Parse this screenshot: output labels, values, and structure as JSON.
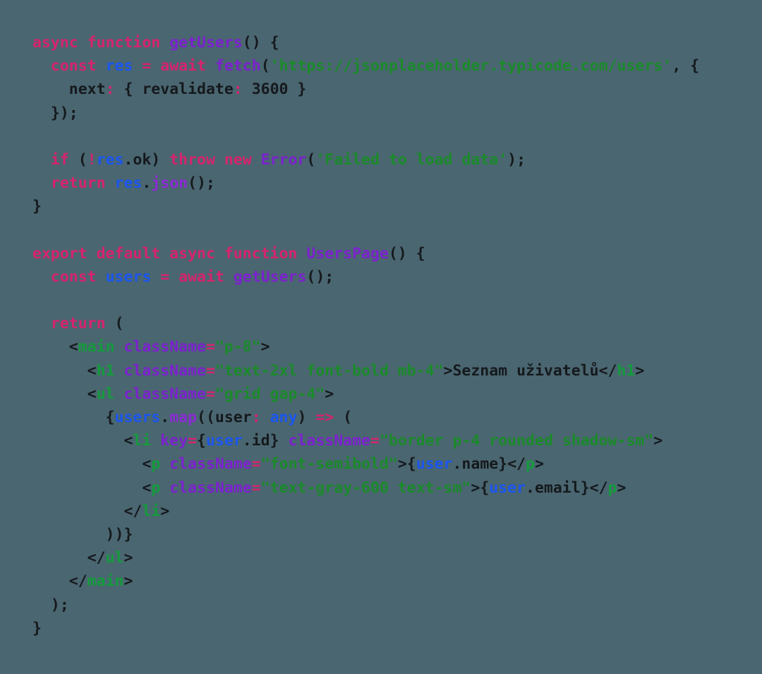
{
  "editor": {
    "name": "code-viewer",
    "language": "tsx",
    "background_color": "#4a6670",
    "colors": {
      "keyword": "#d6246e",
      "function": "#7c22ce",
      "variable": "#1a56f0",
      "string": "#1a8a2a",
      "tag": "#149b3c",
      "attribute": "#7c22ce",
      "plain": "#15191d",
      "operator": "#d6246e"
    },
    "lines": [
      {
        "n": 1,
        "text": "async function getUsers() {",
        "tokens": [
          {
            "c": "kw",
            "t": "async"
          },
          {
            "c": "plain",
            "t": " "
          },
          {
            "c": "kw",
            "t": "function"
          },
          {
            "c": "plain",
            "t": " "
          },
          {
            "c": "fn",
            "t": "getUsers"
          },
          {
            "c": "plain",
            "t": "() {"
          }
        ]
      },
      {
        "n": 2,
        "text": "  const res = await fetch('https://jsonplaceholder.typicode.com/users', {",
        "tokens": [
          {
            "c": "plain",
            "t": "  "
          },
          {
            "c": "kw",
            "t": "const"
          },
          {
            "c": "plain",
            "t": " "
          },
          {
            "c": "var",
            "t": "res"
          },
          {
            "c": "plain",
            "t": " "
          },
          {
            "c": "op",
            "t": "="
          },
          {
            "c": "plain",
            "t": " "
          },
          {
            "c": "kw",
            "t": "await"
          },
          {
            "c": "plain",
            "t": " "
          },
          {
            "c": "fn",
            "t": "fetch"
          },
          {
            "c": "plain",
            "t": "("
          },
          {
            "c": "str",
            "t": "'https://jsonplaceholder.typicode.com/users'"
          },
          {
            "c": "plain",
            "t": ", {"
          }
        ]
      },
      {
        "n": 3,
        "text": "    next: { revalidate: 3600 }",
        "tokens": [
          {
            "c": "plain",
            "t": "    next"
          },
          {
            "c": "op",
            "t": ":"
          },
          {
            "c": "plain",
            "t": " { revalidate"
          },
          {
            "c": "op",
            "t": ":"
          },
          {
            "c": "plain",
            "t": " 3600 }"
          }
        ]
      },
      {
        "n": 4,
        "text": "  });",
        "tokens": [
          {
            "c": "plain",
            "t": "  });"
          }
        ]
      },
      {
        "n": 5,
        "text": "",
        "tokens": []
      },
      {
        "n": 6,
        "text": "  if (!res.ok) throw new Error('Failed to load data');",
        "tokens": [
          {
            "c": "plain",
            "t": "  "
          },
          {
            "c": "kw",
            "t": "if"
          },
          {
            "c": "plain",
            "t": " ("
          },
          {
            "c": "op",
            "t": "!"
          },
          {
            "c": "var",
            "t": "res"
          },
          {
            "c": "plain",
            "t": ".ok) "
          },
          {
            "c": "kw",
            "t": "throw new"
          },
          {
            "c": "plain",
            "t": " "
          },
          {
            "c": "fn",
            "t": "Error"
          },
          {
            "c": "plain",
            "t": "("
          },
          {
            "c": "str",
            "t": "'Failed to load data'"
          },
          {
            "c": "plain",
            "t": ");"
          }
        ]
      },
      {
        "n": 7,
        "text": "  return res.json();",
        "tokens": [
          {
            "c": "plain",
            "t": "  "
          },
          {
            "c": "kw",
            "t": "return"
          },
          {
            "c": "plain",
            "t": " "
          },
          {
            "c": "var",
            "t": "res"
          },
          {
            "c": "plain",
            "t": "."
          },
          {
            "c": "prop",
            "t": "json"
          },
          {
            "c": "plain",
            "t": "();"
          }
        ]
      },
      {
        "n": 8,
        "text": "}",
        "tokens": [
          {
            "c": "plain",
            "t": "}"
          }
        ]
      },
      {
        "n": 9,
        "text": "",
        "tokens": []
      },
      {
        "n": 10,
        "text": "export default async function UsersPage() {",
        "tokens": [
          {
            "c": "kw",
            "t": "export default async function"
          },
          {
            "c": "plain",
            "t": " "
          },
          {
            "c": "fn",
            "t": "UsersPage"
          },
          {
            "c": "plain",
            "t": "() {"
          }
        ]
      },
      {
        "n": 11,
        "text": "  const users = await getUsers();",
        "tokens": [
          {
            "c": "plain",
            "t": "  "
          },
          {
            "c": "kw",
            "t": "const"
          },
          {
            "c": "plain",
            "t": " "
          },
          {
            "c": "var",
            "t": "users"
          },
          {
            "c": "plain",
            "t": " "
          },
          {
            "c": "op",
            "t": "="
          },
          {
            "c": "plain",
            "t": " "
          },
          {
            "c": "kw",
            "t": "await"
          },
          {
            "c": "plain",
            "t": " "
          },
          {
            "c": "fn",
            "t": "getUsers"
          },
          {
            "c": "plain",
            "t": "();"
          }
        ]
      },
      {
        "n": 12,
        "text": "",
        "tokens": []
      },
      {
        "n": 13,
        "text": "  return (",
        "tokens": [
          {
            "c": "plain",
            "t": "  "
          },
          {
            "c": "kw",
            "t": "return"
          },
          {
            "c": "plain",
            "t": " ("
          }
        ]
      },
      {
        "n": 14,
        "text": "    <main className=\"p-8\">",
        "tokens": [
          {
            "c": "plain",
            "t": "    <"
          },
          {
            "c": "tag",
            "t": "main"
          },
          {
            "c": "plain",
            "t": " "
          },
          {
            "c": "attr",
            "t": "className"
          },
          {
            "c": "op",
            "t": "="
          },
          {
            "c": "str",
            "t": "\"p-8\""
          },
          {
            "c": "plain",
            "t": ">"
          }
        ]
      },
      {
        "n": 15,
        "text": "      <h1 className=\"text-2xl font-bold mb-4\">Seznam uživatelů</h1>",
        "tokens": [
          {
            "c": "plain",
            "t": "      <"
          },
          {
            "c": "tag",
            "t": "h1"
          },
          {
            "c": "plain",
            "t": " "
          },
          {
            "c": "attr",
            "t": "className"
          },
          {
            "c": "op",
            "t": "="
          },
          {
            "c": "str",
            "t": "\"text-2xl font-bold mb-4\""
          },
          {
            "c": "plain",
            "t": ">Seznam uživatelů</"
          },
          {
            "c": "tag",
            "t": "h1"
          },
          {
            "c": "plain",
            "t": ">"
          }
        ]
      },
      {
        "n": 16,
        "text": "      <ul className=\"grid gap-4\">",
        "tokens": [
          {
            "c": "plain",
            "t": "      <"
          },
          {
            "c": "tag",
            "t": "ul"
          },
          {
            "c": "plain",
            "t": " "
          },
          {
            "c": "attr",
            "t": "className"
          },
          {
            "c": "op",
            "t": "="
          },
          {
            "c": "str",
            "t": "\"grid gap-4\""
          },
          {
            "c": "plain",
            "t": ">"
          }
        ]
      },
      {
        "n": 17,
        "text": "        {users.map((user: any) => (",
        "tokens": [
          {
            "c": "plain",
            "t": "        {"
          },
          {
            "c": "var",
            "t": "users"
          },
          {
            "c": "plain",
            "t": "."
          },
          {
            "c": "prop",
            "t": "map"
          },
          {
            "c": "plain",
            "t": "((user"
          },
          {
            "c": "op",
            "t": ":"
          },
          {
            "c": "plain",
            "t": " "
          },
          {
            "c": "type",
            "t": "any"
          },
          {
            "c": "plain",
            "t": ") "
          },
          {
            "c": "op",
            "t": "=>"
          },
          {
            "c": "plain",
            "t": " ("
          }
        ]
      },
      {
        "n": 18,
        "text": "          <li key={user.id} className=\"border p-4 rounded shadow-sm\">",
        "tokens": [
          {
            "c": "plain",
            "t": "          <"
          },
          {
            "c": "tag",
            "t": "li"
          },
          {
            "c": "plain",
            "t": " "
          },
          {
            "c": "attr",
            "t": "key"
          },
          {
            "c": "op",
            "t": "="
          },
          {
            "c": "plain",
            "t": "{"
          },
          {
            "c": "var",
            "t": "user"
          },
          {
            "c": "plain",
            "t": ".id} "
          },
          {
            "c": "attr",
            "t": "className"
          },
          {
            "c": "op",
            "t": "="
          },
          {
            "c": "str",
            "t": "\"border p-4 rounded shadow-sm\""
          },
          {
            "c": "plain",
            "t": ">"
          }
        ]
      },
      {
        "n": 19,
        "text": "            <p className=\"font-semibold\">{user.name}</p>",
        "tokens": [
          {
            "c": "plain",
            "t": "            <"
          },
          {
            "c": "tag",
            "t": "p"
          },
          {
            "c": "plain",
            "t": " "
          },
          {
            "c": "attr",
            "t": "className"
          },
          {
            "c": "op",
            "t": "="
          },
          {
            "c": "str",
            "t": "\"font-semibold\""
          },
          {
            "c": "plain",
            "t": ">{"
          },
          {
            "c": "var",
            "t": "user"
          },
          {
            "c": "plain",
            "t": ".name}</"
          },
          {
            "c": "tag",
            "t": "p"
          },
          {
            "c": "plain",
            "t": ">"
          }
        ]
      },
      {
        "n": 20,
        "text": "            <p className=\"text-gray-600 text-sm\">{user.email}</p>",
        "tokens": [
          {
            "c": "plain",
            "t": "            <"
          },
          {
            "c": "tag",
            "t": "p"
          },
          {
            "c": "plain",
            "t": " "
          },
          {
            "c": "attr",
            "t": "className"
          },
          {
            "c": "op",
            "t": "="
          },
          {
            "c": "str",
            "t": "\"text-gray-600 text-sm\""
          },
          {
            "c": "plain",
            "t": ">{"
          },
          {
            "c": "var",
            "t": "user"
          },
          {
            "c": "plain",
            "t": ".email}</"
          },
          {
            "c": "tag",
            "t": "p"
          },
          {
            "c": "plain",
            "t": ">"
          }
        ]
      },
      {
        "n": 21,
        "text": "          </li>",
        "tokens": [
          {
            "c": "plain",
            "t": "          </"
          },
          {
            "c": "tag",
            "t": "li"
          },
          {
            "c": "plain",
            "t": ">"
          }
        ]
      },
      {
        "n": 22,
        "text": "        ))}",
        "tokens": [
          {
            "c": "plain",
            "t": "        ))}"
          }
        ]
      },
      {
        "n": 23,
        "text": "      </ul>",
        "tokens": [
          {
            "c": "plain",
            "t": "      </"
          },
          {
            "c": "tag",
            "t": "ul"
          },
          {
            "c": "plain",
            "t": ">"
          }
        ]
      },
      {
        "n": 24,
        "text": "    </main>",
        "tokens": [
          {
            "c": "plain",
            "t": "    </"
          },
          {
            "c": "tag",
            "t": "main"
          },
          {
            "c": "plain",
            "t": ">"
          }
        ]
      },
      {
        "n": 25,
        "text": "  );",
        "tokens": [
          {
            "c": "plain",
            "t": "  );"
          }
        ]
      },
      {
        "n": 26,
        "text": "}",
        "tokens": [
          {
            "c": "plain",
            "t": "}"
          }
        ]
      }
    ]
  }
}
